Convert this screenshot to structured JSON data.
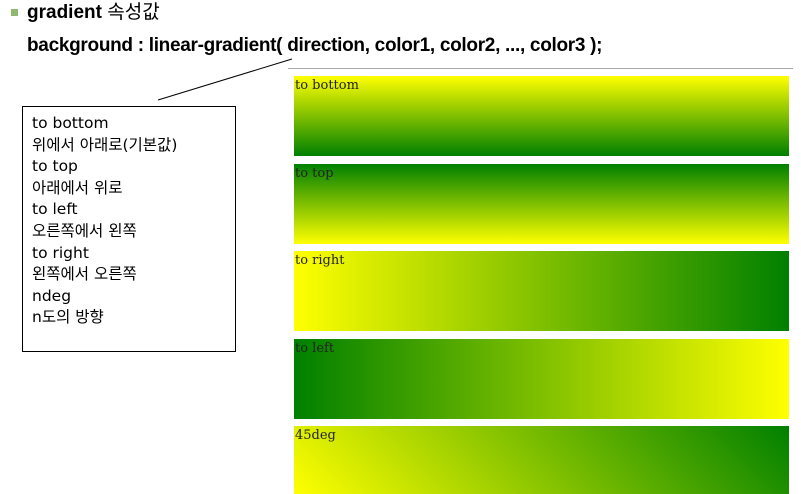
{
  "heading": {
    "keyword": "gradient",
    "suffix": " 속성값"
  },
  "syntax": "background : linear-gradient( direction, color1, color2, ..., color3 );",
  "callout": {
    "lines": [
      "to bottom",
      "위에서 아래로(기본값)",
      "to top",
      "아래에서 위로",
      "to left",
      "오른쪽에서 왼쪽",
      "to right",
      "왼쪽에서 오른쪽",
      "ndeg",
      "n도의 방향"
    ]
  },
  "colors": {
    "start": "#ffff00",
    "end": "#008000",
    "bullet": "#8fb96e"
  },
  "swatches": [
    {
      "label": "to bottom",
      "direction": "to bottom"
    },
    {
      "label": "to top",
      "direction": "to top"
    },
    {
      "label": "to right",
      "direction": "to right"
    },
    {
      "label": "to left",
      "direction": "to left"
    },
    {
      "label": "45deg",
      "direction": "45deg"
    }
  ]
}
